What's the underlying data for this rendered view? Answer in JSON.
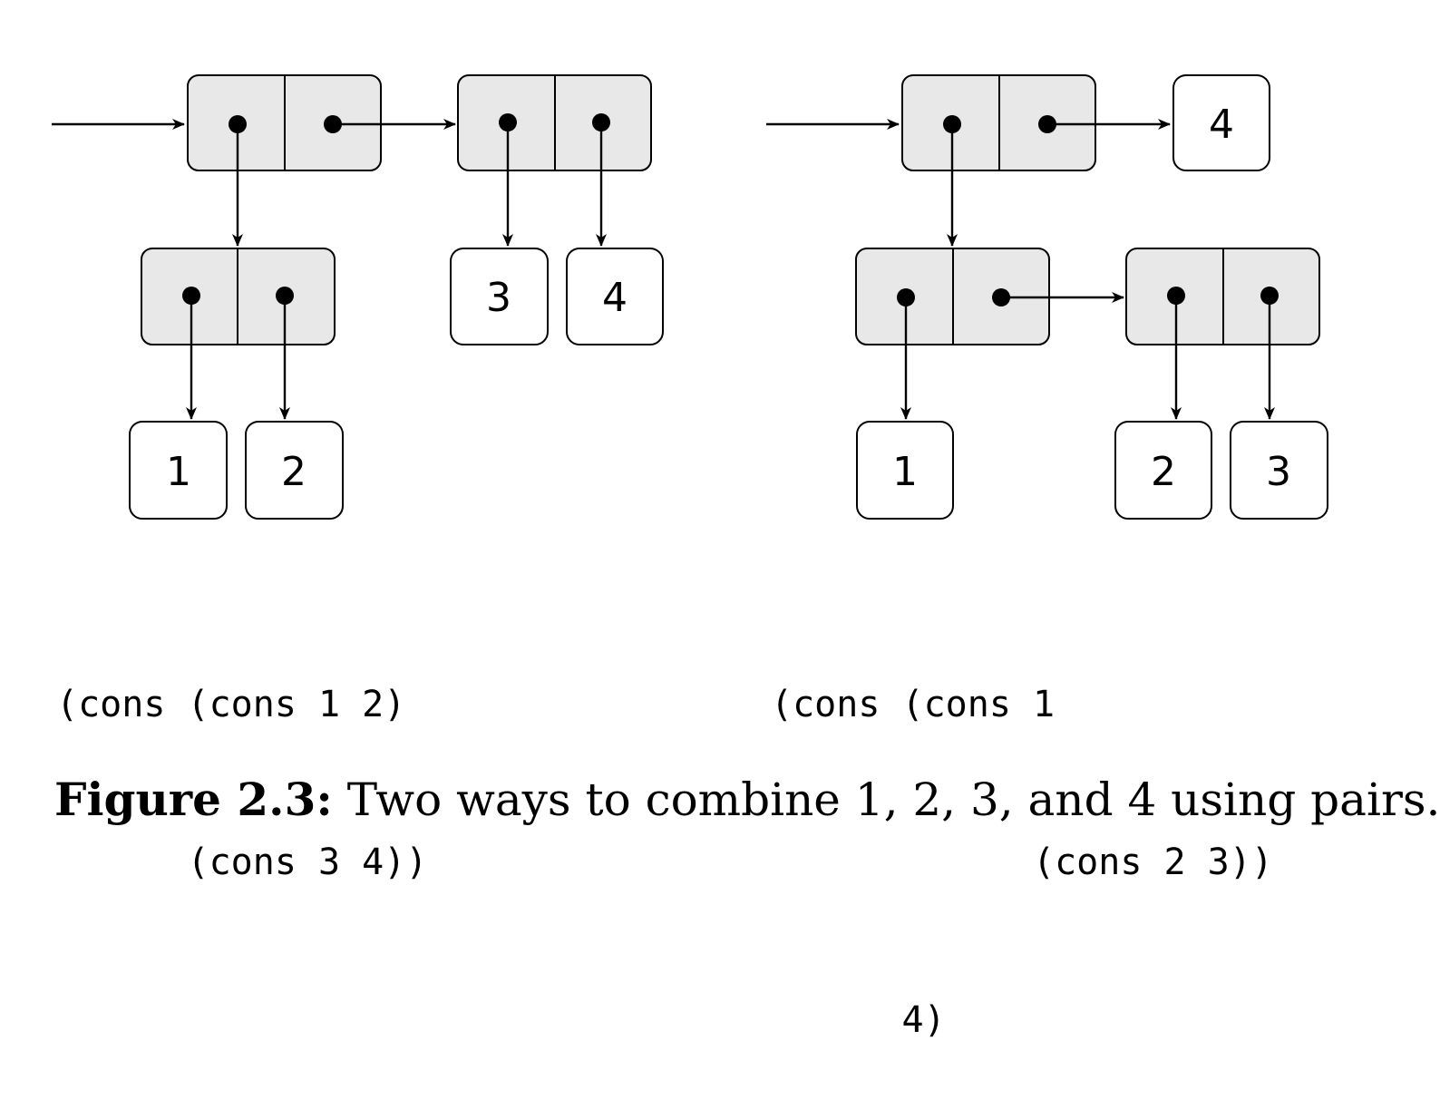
{
  "left_diagram": {
    "atoms": [
      "1",
      "2",
      "3",
      "4"
    ],
    "code_lines": [
      "(cons (cons 1 2)",
      "      (cons 3 4))"
    ]
  },
  "right_diagram": {
    "atoms": [
      "1",
      "2",
      "3",
      "4"
    ],
    "code_lines": [
      "(cons (cons 1",
      "            (cons 2 3))",
      "      4)"
    ]
  },
  "caption": {
    "label": "Figure 2.3:",
    "text": " Two ways to combine 1, 2, 3, and 4 using pairs."
  }
}
